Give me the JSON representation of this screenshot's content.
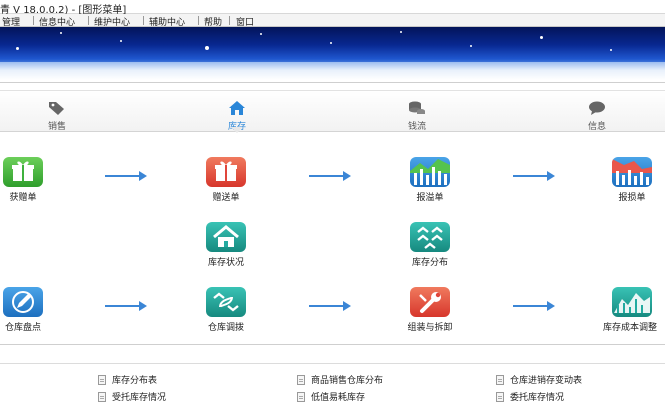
{
  "window": {
    "title": "青 V 18.0.0.2) - [图形菜单]"
  },
  "menu": [
    "管理",
    "信息中心",
    "维护中心",
    "辅助中心",
    "帮助",
    "窗口"
  ],
  "tabs": [
    {
      "label": "销售",
      "icon": "tag-icon",
      "active": false
    },
    {
      "label": "库存",
      "icon": "home-icon",
      "active": true
    },
    {
      "label": "钱流",
      "icon": "coins-icon",
      "active": false
    },
    {
      "label": "信息",
      "icon": "chat-bubble-icon",
      "active": false
    }
  ],
  "flow": {
    "row1": [
      {
        "label": "获赠单",
        "icon": "gift-icon",
        "color": "#3fb13d"
      },
      {
        "label": "赠送单",
        "icon": "gift-icon",
        "color": "#e0453b"
      },
      {
        "label": "报溢单",
        "icon": "bar-chart-up-icon",
        "color": "#2e8fd8"
      },
      {
        "label": "报损单",
        "icon": "bar-chart-down-icon",
        "color": "#2e8fd8"
      }
    ],
    "row2": [
      {
        "label": "库存状况",
        "icon": "house-icon",
        "color": "#23aaa0"
      },
      {
        "label": "库存分布",
        "icon": "houses-icon",
        "color": "#23aaa0"
      }
    ],
    "row3": [
      {
        "label": "仓库盘点",
        "icon": "pencil-icon",
        "color": "#2e8fd8"
      },
      {
        "label": "仓库调拨",
        "icon": "transfer-icon",
        "color": "#23aaa0"
      },
      {
        "label": "组装与拆卸",
        "icon": "wrench-icon",
        "color": "#e0453b"
      },
      {
        "label": "库存成本调整",
        "icon": "chart-mountain-icon",
        "color": "#23aaa0"
      }
    ]
  },
  "links": [
    [
      "库存分布表",
      "商品销售仓库分布",
      "仓库进销存变动表"
    ],
    [
      "受托库存情况",
      "低值易耗库存",
      "委托库存情况"
    ]
  ],
  "colors": {
    "accent": "#2a86d8",
    "arrow": "#3b86d6"
  }
}
